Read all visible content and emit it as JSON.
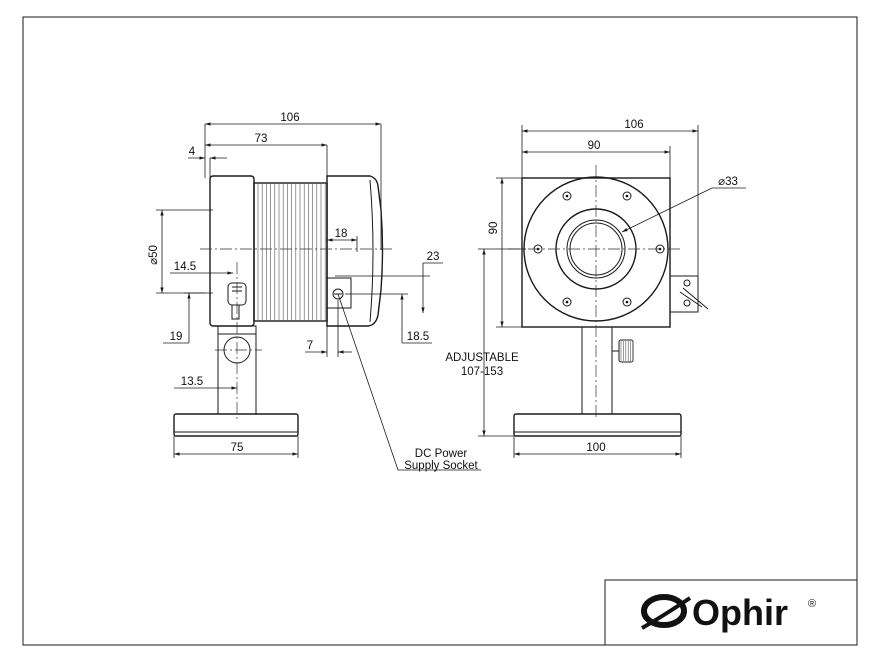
{
  "dimensions": {
    "side_width_total": "106",
    "side_width_body": "73",
    "side_front_offset": "4",
    "side_diameter": "⌀50",
    "side_inset": "18",
    "side_height_23": "23",
    "side_offset_14_5": "14.5",
    "side_offset_19": "19",
    "side_offset_7": "7",
    "side_offset_18_5": "18.5",
    "post_offset": "13.5",
    "base_width": "75",
    "front_width_total": "106",
    "front_width_body": "90",
    "front_height_body": "90",
    "aperture_diameter": "⌀33",
    "base_width_front": "100"
  },
  "annotations": {
    "adjustable_label": "ADJUSTABLE",
    "adjustable_range": "107-153",
    "dc_power_line1": "DC Power",
    "dc_power_line2": "Supply Socket"
  },
  "logo": {
    "text": "Ophir",
    "registered": "®"
  }
}
